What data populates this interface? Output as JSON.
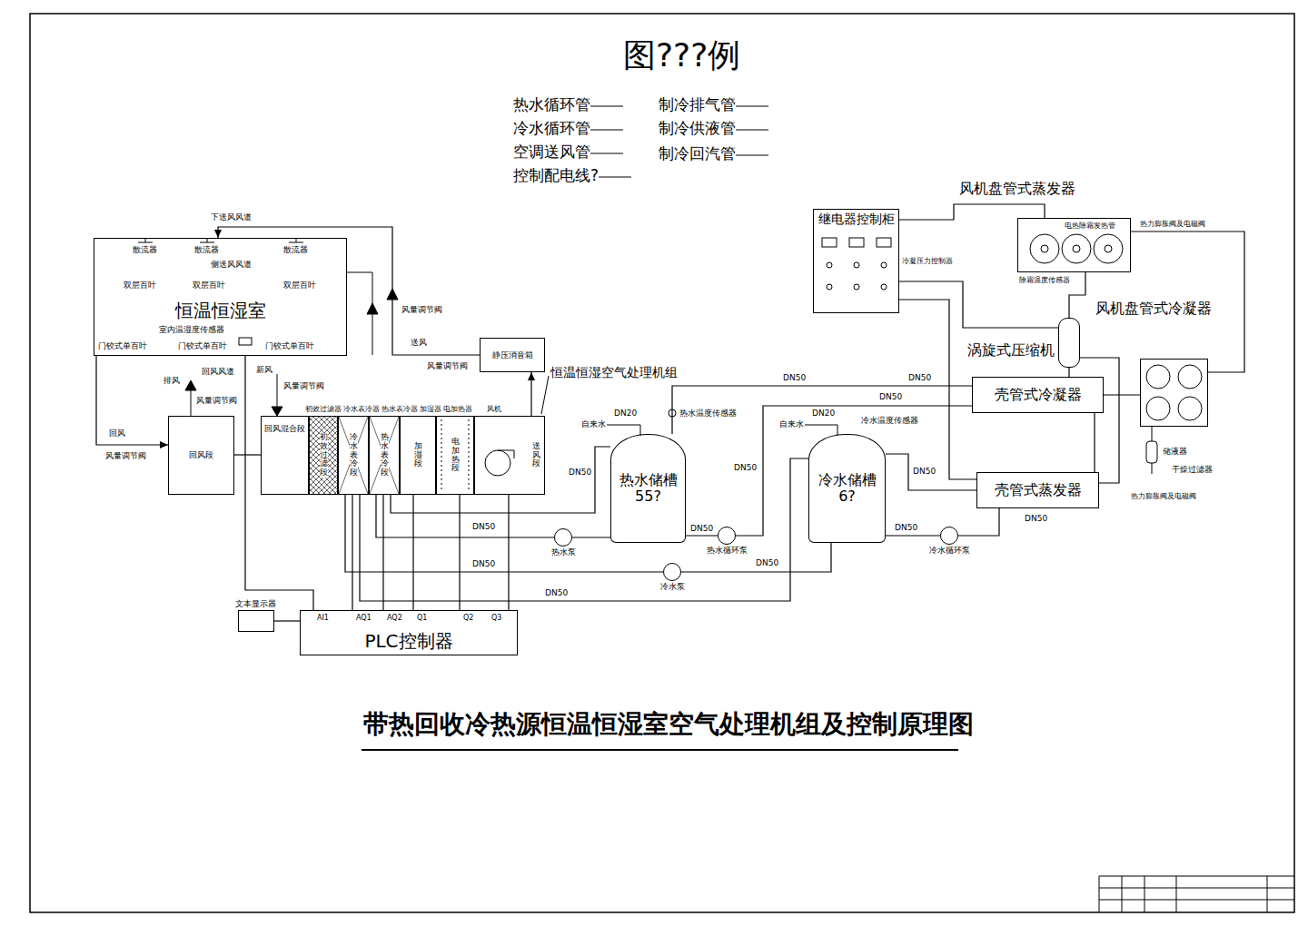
{
  "diagram": {
    "title": "带热回收冷热源恒温恒湿室空气处理机组及控制原理图",
    "nodes": [
      {
        "text": [
          "恒温恒湿室"
        ]
      },
      {
        "text": [
          "静压消音箱"
        ]
      },
      {
        "text": [
          "回风段"
        ]
      },
      {
        "text": [
          "回风混合段"
        ]
      },
      {
        "text": [
          "初效过滤段"
        ]
      },
      {
        "text": [
          "冷水表冷段"
        ]
      },
      {
        "text": [
          "热水表冷段"
        ]
      },
      {
        "text": [
          "加湿段"
        ]
      },
      {
        "text": [
          "电加热段"
        ]
      },
      {
        "text": [
          "送风段"
        ]
      },
      {
        "text": [
          "热水储槽",
          "55?"
        ]
      },
      {
        "text": [
          "冷水储槽",
          "6?"
        ]
      },
      {
        "text": [
          "热水泵"
        ]
      },
      {
        "text": [
          "热水循环泵"
        ]
      },
      {
        "text": [
          "冷水循环泵"
        ]
      },
      {
        "text": [
          "冷水泵"
        ]
      },
      {
        "text": [
          "继电器控制柜"
        ]
      },
      {
        "text": [
          "风机盘管式蒸发器"
        ]
      },
      {
        "text": [
          "涡旋式压缩机"
        ]
      },
      {
        "text": [
          "风机盘管式冷凝器"
        ]
      },
      {
        "text": [
          "壳管式冷凝器"
        ]
      },
      {
        "text": [
          "壳管式蒸发器"
        ]
      },
      {
        "text": [
          "文本显示器"
        ]
      },
      {
        "text": [
          "PLC控制器"
        ]
      }
    ],
    "edges": [
      {
        "from": 0,
        "to": 2,
        "arrow": "to"
      },
      {
        "from": 2,
        "to": 3,
        "arrow": "none"
      },
      {
        "from": 9,
        "to": 1,
        "arrow": "to"
      },
      {
        "from": 1,
        "to": 0,
        "arrow": "to"
      },
      {
        "from": 10,
        "to": 13,
        "arrow": "none"
      },
      {
        "from": 13,
        "to": 20,
        "arrow": "none"
      },
      {
        "from": 20,
        "to": 10,
        "arrow": "none"
      },
      {
        "from": 11,
        "to": 14,
        "arrow": "none"
      },
      {
        "from": 14,
        "to": 21,
        "arrow": "none"
      },
      {
        "from": 21,
        "to": 11,
        "arrow": "none"
      },
      {
        "from": 10,
        "to": 12,
        "arrow": "none"
      },
      {
        "from": 12,
        "to": 6,
        "arrow": "none"
      },
      {
        "from": 6,
        "to": 10,
        "arrow": "none"
      },
      {
        "from": 11,
        "to": 15,
        "arrow": "none"
      },
      {
        "from": 15,
        "to": 5,
        "arrow": "none"
      },
      {
        "from": 5,
        "to": 11,
        "arrow": "none"
      },
      {
        "from": 18,
        "to": 20,
        "arrow": "none"
      },
      {
        "from": 20,
        "to": 19,
        "arrow": "none"
      },
      {
        "from": 21,
        "to": 18,
        "arrow": "none"
      },
      {
        "from": 20,
        "to": 21,
        "arrow": "none"
      },
      {
        "from": 19,
        "to": 17,
        "arrow": "none"
      },
      {
        "from": 17,
        "to": 18,
        "arrow": "none"
      },
      {
        "from": 16,
        "to": 17,
        "arrow": "none"
      },
      {
        "from": 16,
        "to": 18,
        "arrow": "none"
      },
      {
        "from": 16,
        "to": 21,
        "arrow": "none"
      },
      {
        "from": 23,
        "to": 22,
        "arrow": "none"
      },
      {
        "from": 23,
        "to": 0,
        "arrow": "none"
      },
      {
        "from": 23,
        "to": 5,
        "arrow": "none"
      },
      {
        "from": 23,
        "to": 6,
        "arrow": "none"
      },
      {
        "from": 23,
        "to": 7,
        "arrow": "none"
      },
      {
        "from": 23,
        "to": 8,
        "arrow": "none"
      },
      {
        "from": 23,
        "to": 9,
        "arrow": "none"
      }
    ],
    "labels": [
      "图???例",
      "下送风风道",
      "散流器",
      "散流器",
      "散流器",
      "侧送风风道",
      "双层百叶",
      "双层百叶",
      "双层百叶",
      "室内温湿度传感器",
      "门铰式单百叶",
      "门铰式单百叶",
      "门铰式单百叶",
      "送风",
      "风量调节阀",
      "风量调节阀",
      "回风",
      "风量调节阀",
      "排风",
      "回风风道",
      "风量调节阀",
      "新风",
      "风量调节阀",
      "初效过滤器",
      "冷水表冷器",
      "热水表冷器",
      "加湿器",
      "电加热器",
      "风机",
      "恒温恒湿空气处理机组",
      "自来水",
      "DN20",
      "热水温度传感器",
      "自来水",
      "DN20",
      "冷水温度传感器",
      "DN50",
      "DN50",
      "DN50",
      "DN50",
      "DN50",
      "DN50",
      "DN50",
      "DN50",
      "DN50",
      "DN50",
      "DN50",
      "DN50",
      "DN50",
      "AI1",
      "AQ1",
      "AQ2",
      "Q1",
      "Q2",
      "Q3",
      "冷凝压力控制器",
      "电热除霜发热管",
      "除霜温度传感器",
      "热力膨胀阀及电磁阀",
      "储液器",
      "干燥过滤器",
      "热力膨胀阀及电磁阀"
    ],
    "legend": [
      {
        "text": "热水循环管"
      },
      {
        "text": "冷水循环管"
      },
      {
        "text": "空调送风管"
      },
      {
        "text": "控制配电线?"
      },
      {
        "text": "制冷排气管"
      },
      {
        "text": "制冷供液管"
      },
      {
        "text": "制冷回汽管"
      }
    ]
  }
}
